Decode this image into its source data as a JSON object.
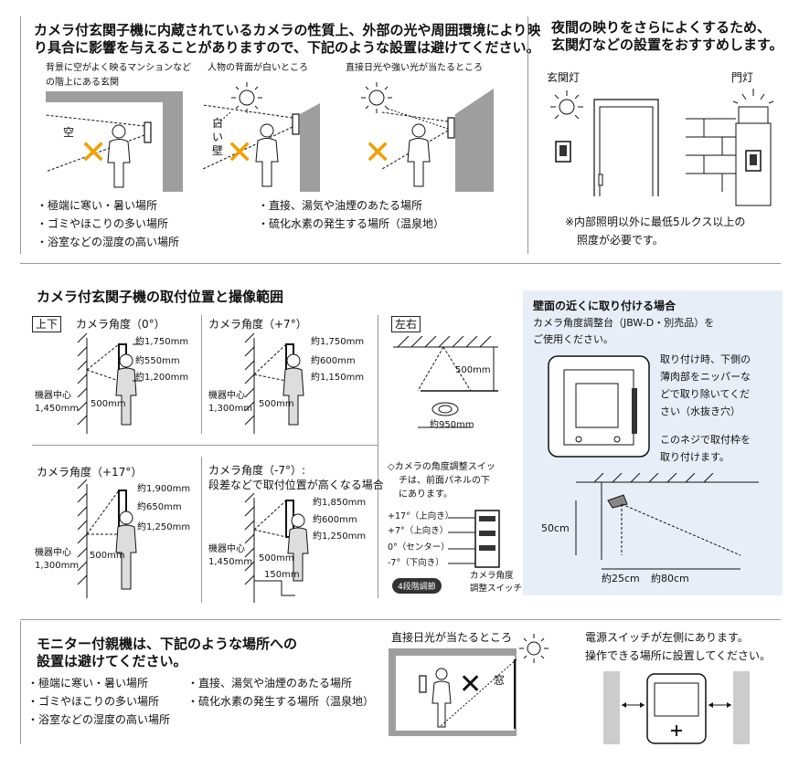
{
  "sec1": {
    "warning": [
      "カメラ付玄関子機に内蔵されているカメラの性質上、外部の光や周囲環境により映",
      "り具合に影響を与えることがありますので、下記のような設置は避けてください。"
    ],
    "case1": [
      "背景に空がよく映るマンションなど",
      "の階上にある玄関"
    ],
    "case1_sky": "空",
    "case2": "人物の背面が白いところ",
    "case2_wall": [
      "白",
      "い",
      "壁"
    ],
    "case3": "直接日光や強い光が当たるところ",
    "list_left": [
      "・極端に寒い・暑い場所",
      "・ゴミやほこりの多い場所",
      "・浴室などの湿度の高い場所"
    ],
    "list_right": [
      "・直接、湯気や油煙のあたる場所",
      "・硫化水素の発生する場所（温泉地）"
    ]
  },
  "night": {
    "title": [
      "夜間の映りをさらによくするため、",
      "玄関灯などの設置をおすすめします。"
    ],
    "porch_light": "玄関灯",
    "gate_light": "門灯",
    "note": [
      "※内部照明以外に最低5ルクス以上の",
      "照度が必要です。"
    ]
  },
  "sec2": {
    "title": "カメラ付玄関子機の取付位置と撮像範囲",
    "updown_tag": "上下",
    "leftright_tag": "左右",
    "panel_a": {
      "label": "カメラ角度（0°）",
      "h1": "約1,750mm",
      "h2": "約550mm",
      "h3": "約1,200mm",
      "dist": "500mm",
      "center": [
        "機器中心",
        "1,450mm"
      ]
    },
    "panel_b": {
      "label": "カメラ角度（+7°）",
      "h1": "約1,750mm",
      "h2": "約600mm",
      "h3": "約1,150mm",
      "dist": "500mm",
      "center": [
        "機器中心",
        "1,300mm"
      ]
    },
    "panel_c": {
      "label": "カメラ角度（+17°）",
      "h1": "約1,900mm",
      "h2": "約650mm",
      "h3": "約1,250mm",
      "dist": "500mm",
      "center": [
        "機器中心",
        "1,300mm"
      ]
    },
    "panel_d": {
      "label": [
        "カメラ角度（-7°）:",
        "段差などで取付位置が高くなる場合"
      ],
      "h1": "約1,850mm",
      "h2": "約600mm",
      "h3": "約1,250mm",
      "dist": "500mm",
      "step": "150mm",
      "center": [
        "機器中心",
        "1,450mm"
      ]
    },
    "lr": {
      "depth": "500mm",
      "width": "約950mm"
    },
    "switch_note": [
      "◇カメラの角度調整スイッ",
      "チは、前面パネルの下",
      "にあります。"
    ],
    "switch_positions": [
      "+17°（上向き）",
      "+7°（上向き）",
      "0°（センター）",
      "-7°（下向き）"
    ],
    "switch_badge": "4段階調節",
    "switch_caption": [
      "カメラ角度",
      "調整スイッチ"
    ]
  },
  "wall": {
    "title": "壁面の近くに取り付ける場合",
    "subtitle": [
      "カメラ角度調整台（JBW-D・別売品）を",
      "ご使用ください。"
    ],
    "note1": [
      "取り付け時、下側の",
      "薄肉部をニッパーな",
      "どで取り除いてくだ",
      "さい（水抜き穴）"
    ],
    "note2": [
      "このネジで取付枠を",
      "取り付けます。"
    ],
    "dim_h": "50cm",
    "dim_a": "約25cm",
    "dim_b": "約80cm"
  },
  "sec3": {
    "title": [
      "モニター付親機は、下記のような場所への",
      "設置は避けてください。"
    ],
    "list_left": [
      "・極端に寒い・暑い場所",
      "・ゴミやほこりの多い場所",
      "・浴室などの湿度の高い場所"
    ],
    "list_right": [
      "・直接、湯気や油煙のあたる場所",
      "・硫化水素の発生する場所（温泉地）"
    ],
    "sunlight": "直接日光が当たるところ",
    "window": "窓",
    "power_note": [
      "電源スイッチが左側にあります。",
      "操作できる場所に設置してください。"
    ]
  },
  "colors": {
    "orange_x": "#f0a000",
    "wall_gray": "#9e9e9e",
    "blue_panel": "#e7eef7",
    "black_x": "#111111"
  }
}
